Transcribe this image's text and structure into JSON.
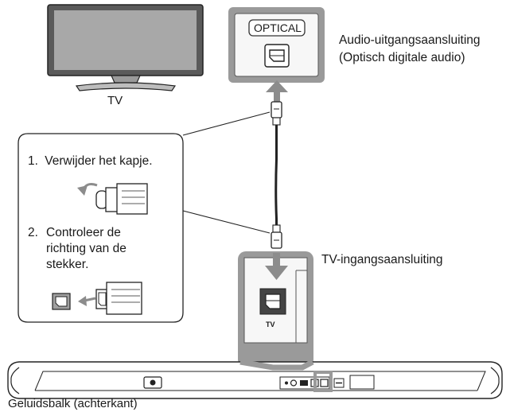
{
  "tv": {
    "label": "TV"
  },
  "tv_output": {
    "port_label": "OPTICAL",
    "description_line1": "Audio-uitgangsaansluiting",
    "description_line2": "(Optisch digitale audio)"
  },
  "soundbar_input": {
    "description": "TV-ingangsaansluiting",
    "port_label": "TV"
  },
  "callout": {
    "step1_number": "1.",
    "step1_text": "Verwijder het kapje.",
    "step2_number": "2.",
    "step2_line1": "Controleer de",
    "step2_line2": "richting van de",
    "step2_line3": "stekker."
  },
  "soundbar": {
    "label": "Geluidsbalk (achterkant)"
  },
  "colors": {
    "arrow": "#8c8c8c",
    "frame": "#9a9a9a",
    "screen": "#a8a8a8",
    "line": "#222222"
  }
}
